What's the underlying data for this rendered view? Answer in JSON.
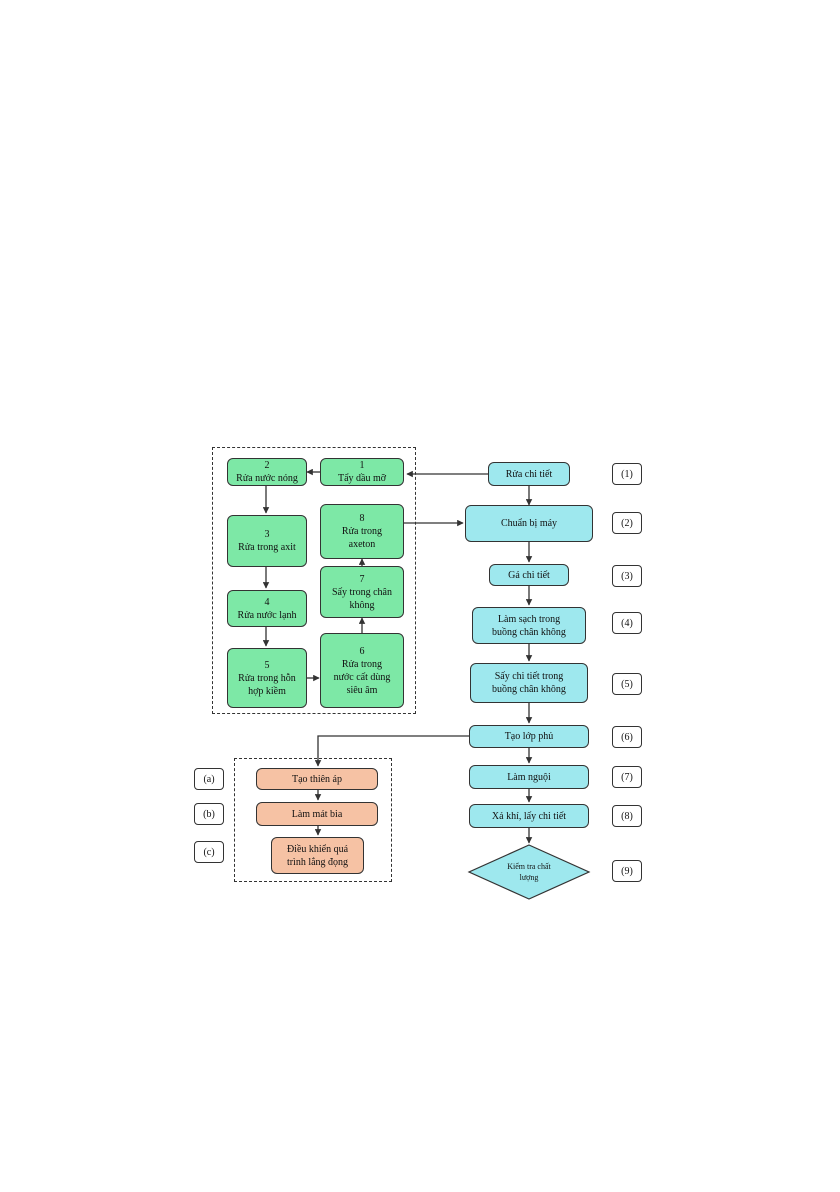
{
  "left_group": {
    "step2": "2\nRửa nước nóng",
    "step1": "1\nTẩy dầu mỡ",
    "step3": "3\nRửa trong axit",
    "step8": "8\nRửa trong\naxeton",
    "step4": "4\nRửa nước lạnh",
    "step7": "7\nSấy trong chân\nkhông",
    "step5": "5\nRửa trong hỗn\nhợp kiềm",
    "step6": "6\nRửa trong\nnước cất dùng\nsiêu âm"
  },
  "main_flow": {
    "s1": "Rửa chi tiết",
    "s2": "Chuẩn bị máy",
    "s3": "Gá chi tiết",
    "s4": "Làm sạch trong\nbuồng chân không",
    "s5": "Sấy chi tiết trong\nbuồng chân không",
    "s6": "Tạo lớp phủ",
    "s7": "Làm nguội",
    "s8": "Xả khí, lấy chi tiết",
    "s9": "Kiểm tra chất\nlượng"
  },
  "sub_flow": {
    "a": "Tạo thiên áp",
    "b": "Làm mát bia",
    "c": "Điều khiển quá\ntrình lắng đọng"
  },
  "tags": {
    "t1": "(1)",
    "t2": "(2)",
    "t3": "(3)",
    "t4": "(4)",
    "t5": "(5)",
    "t6": "(6)",
    "t7": "(7)",
    "t8": "(8)",
    "t9": "(9)",
    "ta": "(a)",
    "tb": "(b)",
    "tc": "(c)"
  },
  "colors": {
    "green": "#7de8a6",
    "cyan": "#9ee8ee",
    "peach": "#f6c2a4"
  }
}
